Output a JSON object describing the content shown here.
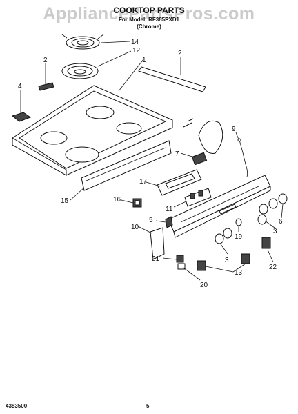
{
  "watermark": "AppliancePartsPros.com",
  "header": {
    "title": "COOKTOP PARTS",
    "model_line": "For Model: RF385PXD1",
    "finish": "(Chrome)"
  },
  "footer": {
    "doc_number": "4383500",
    "page_number": "5"
  },
  "callouts": [
    {
      "id": "c14",
      "label": "14"
    },
    {
      "id": "c12",
      "label": "12"
    },
    {
      "id": "c2a",
      "label": "2"
    },
    {
      "id": "c2b",
      "label": "2"
    },
    {
      "id": "c1",
      "label": "1"
    },
    {
      "id": "c4",
      "label": "4"
    },
    {
      "id": "c9",
      "label": "9"
    },
    {
      "id": "c7",
      "label": "7"
    },
    {
      "id": "c17",
      "label": "17"
    },
    {
      "id": "c15",
      "label": "15"
    },
    {
      "id": "c16",
      "label": "16"
    },
    {
      "id": "c11",
      "label": "11"
    },
    {
      "id": "c5",
      "label": "5"
    },
    {
      "id": "c3a",
      "label": "3"
    },
    {
      "id": "c6",
      "label": "6"
    },
    {
      "id": "c10",
      "label": "10"
    },
    {
      "id": "c19",
      "label": "19"
    },
    {
      "id": "c3b",
      "label": "3"
    },
    {
      "id": "c21",
      "label": "21"
    },
    {
      "id": "c22",
      "label": "22"
    },
    {
      "id": "c13",
      "label": "13"
    },
    {
      "id": "c20",
      "label": "20"
    }
  ]
}
